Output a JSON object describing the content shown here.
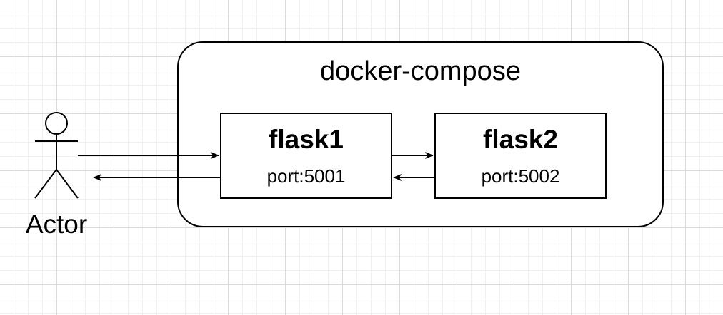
{
  "container": {
    "label": "docker-compose"
  },
  "services": [
    {
      "name": "flask1",
      "port_label": "port:5001"
    },
    {
      "name": "flask2",
      "port_label": "port:5002"
    }
  ],
  "actor": {
    "label": "Actor",
    "icon": "stick-figure-icon"
  },
  "connections": [
    {
      "from": "actor",
      "to": "flask1",
      "direction": "request"
    },
    {
      "from": "flask1",
      "to": "actor",
      "direction": "response"
    },
    {
      "from": "flask1",
      "to": "flask2",
      "direction": "request"
    },
    {
      "from": "flask2",
      "to": "flask1",
      "direction": "response"
    }
  ],
  "colors": {
    "stroke": "#000000",
    "grid": "#dadada",
    "background": "#ffffff"
  }
}
